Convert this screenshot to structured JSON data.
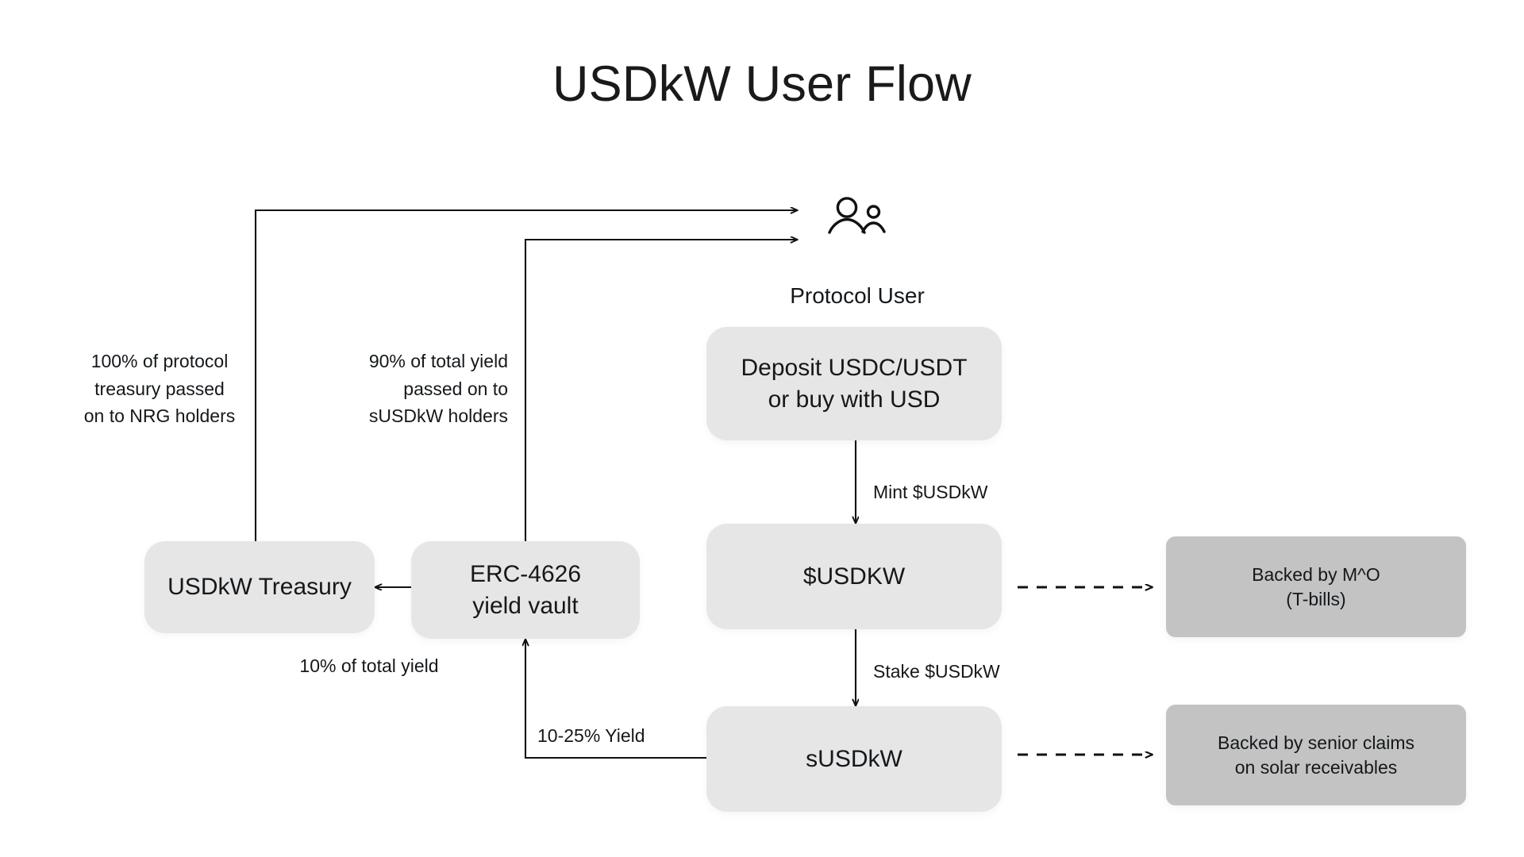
{
  "page": {
    "title": "USDkW User Flow",
    "background_color": "#ffffff",
    "text_color": "#15181b",
    "node_fill_light": "#e6e6e6",
    "node_fill_dark": "#c3c3c3"
  },
  "actor": {
    "icon": "two-people-icon",
    "label": "Protocol User"
  },
  "nodes": {
    "deposit": "Deposit USDC/USDT\nor buy with USD",
    "treasury": "USDkW Treasury",
    "vault": "ERC-4626\nyield vault",
    "usdkw": "$USDKW",
    "susdkw": "sUSDkW",
    "backing_usdkw": "Backed by M^O\n(T-bills)",
    "backing_susdkw": "Backed by senior claims\non solar receivables"
  },
  "edge_labels": {
    "treasury_to_user": "100% of protocol\ntreasury passed\non to NRG holders",
    "vault_to_user": "90% of total yield\npassed on to\nsUSDkW holders",
    "mint": "Mint $USDkW",
    "stake": "Stake $USDkW",
    "vault_to_treasury": "10% of total yield",
    "susdkw_to_vault": "10-25% Yield"
  }
}
